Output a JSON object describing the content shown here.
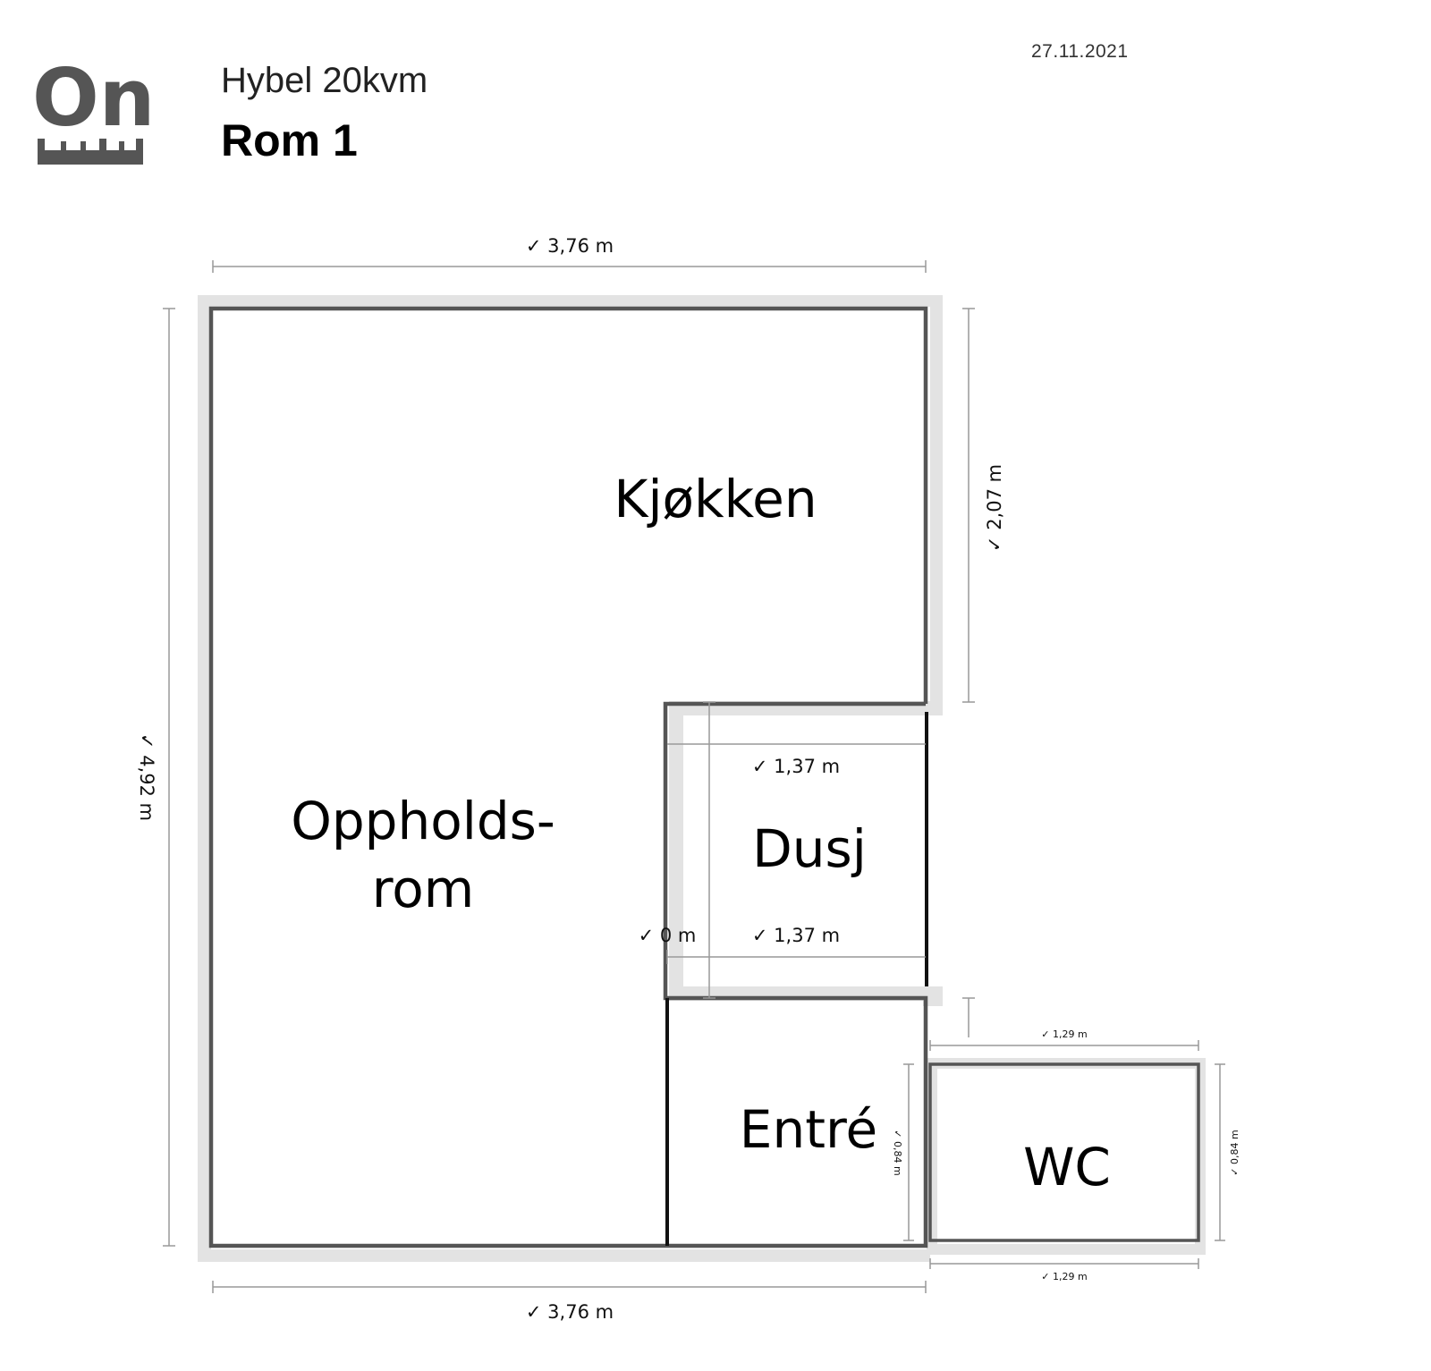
{
  "header": {
    "logo_text": "On",
    "project": "Hybel 20kvm",
    "title": "Rom 1",
    "date": "27.11.2021"
  },
  "rooms": {
    "kitchen": "Kjøkken",
    "living_line1": "Oppholds-",
    "living_line2": "rom",
    "shower": "Dusj",
    "entrance": "Entré",
    "wc": "WC"
  },
  "dimensions": {
    "top_width": "✓ 3,76 m",
    "bottom_width": "✓ 3,76 m",
    "left_height": "✓ 4,92 m",
    "right_kitchen_height": "✓ 2,07 m",
    "shower_top": "✓ 1,37 m",
    "shower_bottom": "✓ 1,37 m",
    "shower_zero": "✓ 0 m",
    "wc_top": "✓ 1,29 m",
    "wc_bottom": "✓ 1,29 m",
    "wc_left": "✓ 0,84 m",
    "wc_right": "✓ 0,84 m"
  },
  "colors": {
    "wall_shadow": "#e3e3e3",
    "wall": "#555555",
    "inner_wall": "#111111",
    "dimension_line": "#999999",
    "logo": "#555555"
  }
}
